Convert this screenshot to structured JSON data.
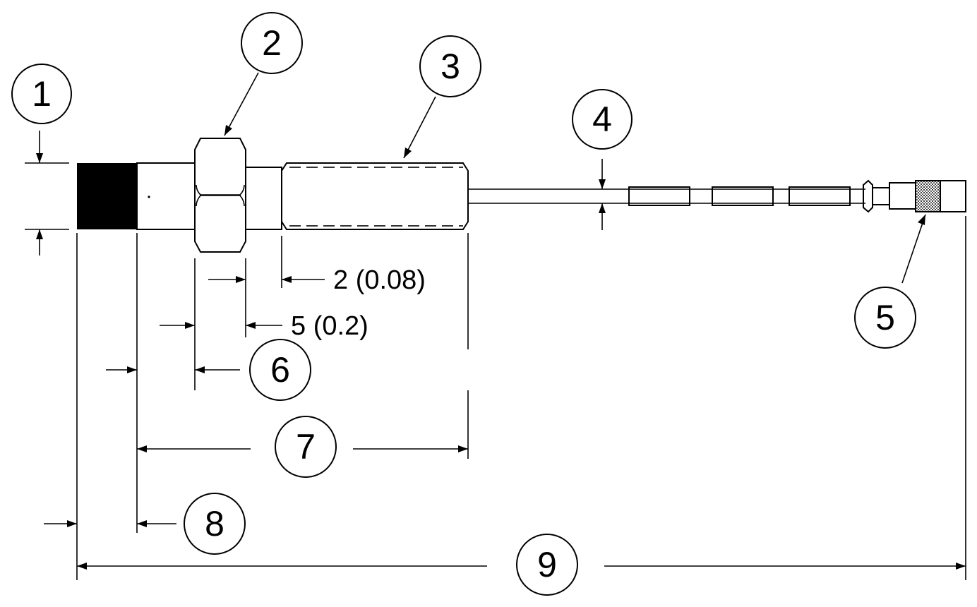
{
  "balloons": [
    {
      "id": "1",
      "label": "1"
    },
    {
      "id": "2",
      "label": "2"
    },
    {
      "id": "3",
      "label": "3"
    },
    {
      "id": "4",
      "label": "4"
    },
    {
      "id": "5",
      "label": "5"
    },
    {
      "id": "6",
      "label": "6"
    },
    {
      "id": "7",
      "label": "7"
    },
    {
      "id": "8",
      "label": "8"
    },
    {
      "id": "9",
      "label": "9"
    }
  ],
  "dimensions": {
    "gap_label": "2 (0.08)",
    "nut_label": "5 (0.2)"
  },
  "colors": {
    "line": "#000000",
    "background": "#ffffff",
    "tip_fill": "#000000",
    "knurl": "#555555"
  }
}
